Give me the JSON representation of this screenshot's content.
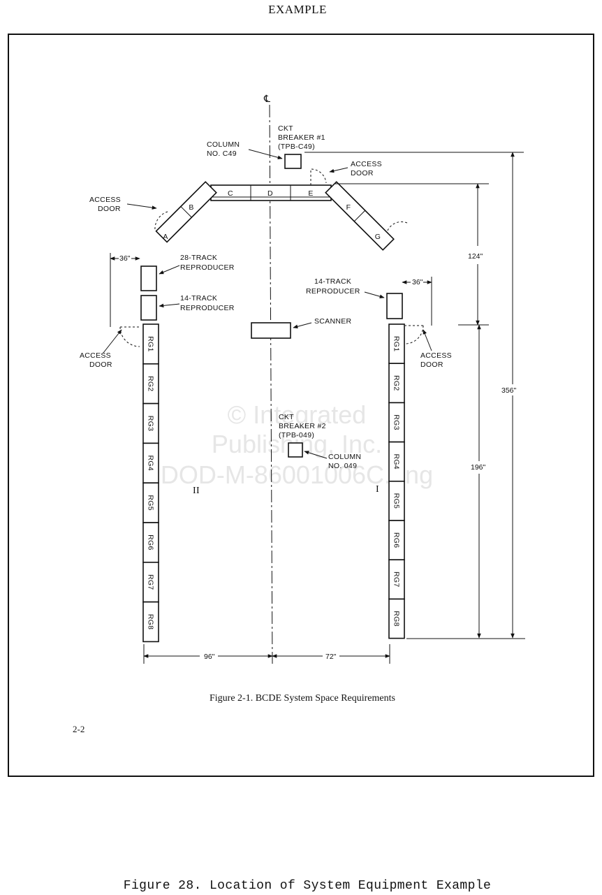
{
  "page": {
    "top_title": "EXAMPLE",
    "figure_caption": "Figure 2-1.  BCDE System Space Requirements",
    "page_number": "2-2",
    "bottom_caption": "Figure 28.  Location of System Equipment Example"
  },
  "watermark": {
    "line1": "© Integrated",
    "line2": "Publishing, Inc.",
    "line3": "DOD-M-86001006C.png"
  },
  "diagram": {
    "centerline_symbol": "℄",
    "ckt_breaker_1": [
      "CKT",
      "BREAKER #1",
      "(TPB-C49)"
    ],
    "column_c49": [
      "COLUMN",
      "NO. C49"
    ],
    "access_door_top": [
      "ACCESS",
      "DOOR"
    ],
    "access_door_left_top": [
      "ACCESS",
      "DOOR"
    ],
    "access_door_left": [
      "ACCESS",
      "DOOR"
    ],
    "access_door_right": [
      "ACCESS",
      "DOOR"
    ],
    "cabinets_top": [
      "A",
      "B",
      "C",
      "D",
      "E",
      "F",
      "G"
    ],
    "reproducer_28": [
      "28-TRACK",
      "REPRODUCER"
    ],
    "reproducer_14_left": [
      "14-TRACK",
      "REPRODUCER"
    ],
    "reproducer_14_right": [
      "14-TRACK",
      "REPRODUCER"
    ],
    "scanner": "SCANNER",
    "ckt_breaker_2": [
      "CKT",
      "BREAKER #2",
      "(TPB-049)"
    ],
    "column_049": [
      "COLUMN",
      "NO. 049"
    ],
    "left_rack": [
      "RG1",
      "RG2",
      "RG3",
      "RG4",
      "RG5",
      "RG6",
      "RG7",
      "RG8"
    ],
    "right_rack": [
      "RG1",
      "RG2",
      "RG3",
      "RG4",
      "RG5",
      "RG6",
      "RG7",
      "RG8"
    ],
    "roman_left": "II",
    "roman_right": "I",
    "dim_36_left": "36\"",
    "dim_36_right": "36\"",
    "dim_124": "124\"",
    "dim_356": "356\"",
    "dim_196": "196\"",
    "dim_96": "96\"",
    "dim_72": "72\""
  }
}
